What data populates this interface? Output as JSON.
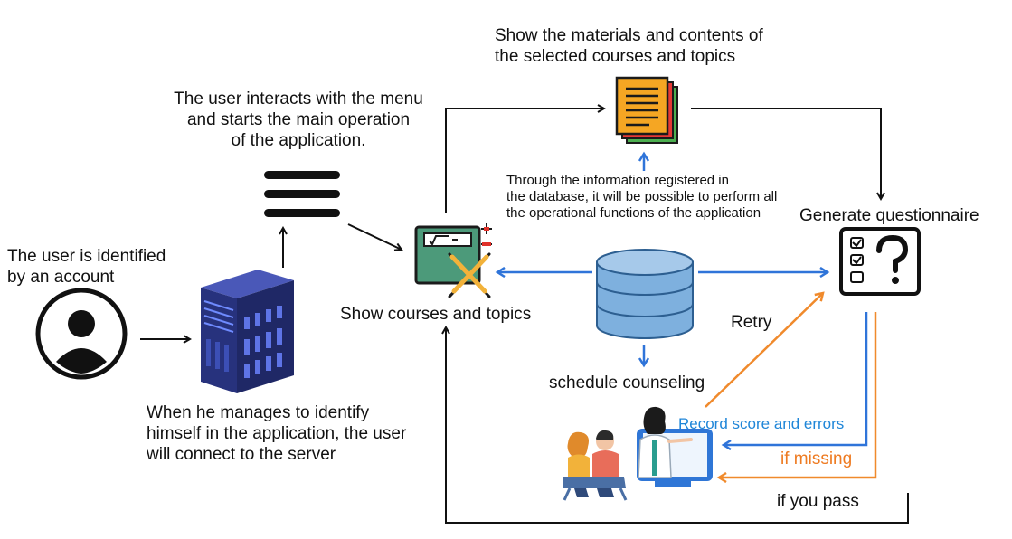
{
  "labels": {
    "user_identified": "The user is identified\nby an account",
    "user_interacts": "The user interacts with the menu\nand starts the main operation\nof the application.",
    "show_materials": "Show the materials and contents of\nthe selected courses and topics",
    "through_info": "Through the information registered in\nthe database, it will be possible to perform all\nthe operational functions of the application",
    "generate_questionnaire": "Generate questionnaire",
    "show_courses": "Show courses and topics",
    "retry": "Retry",
    "schedule_counseling": "schedule counseling",
    "record_score": "Record score and errors",
    "if_missing": "if missing",
    "if_you_pass": "if you pass",
    "connect_server": "When he manages to identify\nhimself in the application, the user\nwill connect to the server"
  },
  "icons": {
    "user": "user-account-icon",
    "server": "server-icon",
    "menu": "hamburger-menu-icon",
    "courses": "courses-calculator-icon",
    "documents": "documents-icon",
    "database": "database-icon",
    "questionnaire": "questionnaire-icon",
    "counseling": "counseling-people-icon"
  },
  "colors": {
    "black_arrow": "#111111",
    "blue_arrow": "#2f74d9",
    "orange_arrow": "#f08a2c",
    "record_text": "#1f86d8",
    "missing_text": "#ee7b22",
    "server_blue": "#2e3a8f",
    "database_blue": "#3b78b8"
  }
}
